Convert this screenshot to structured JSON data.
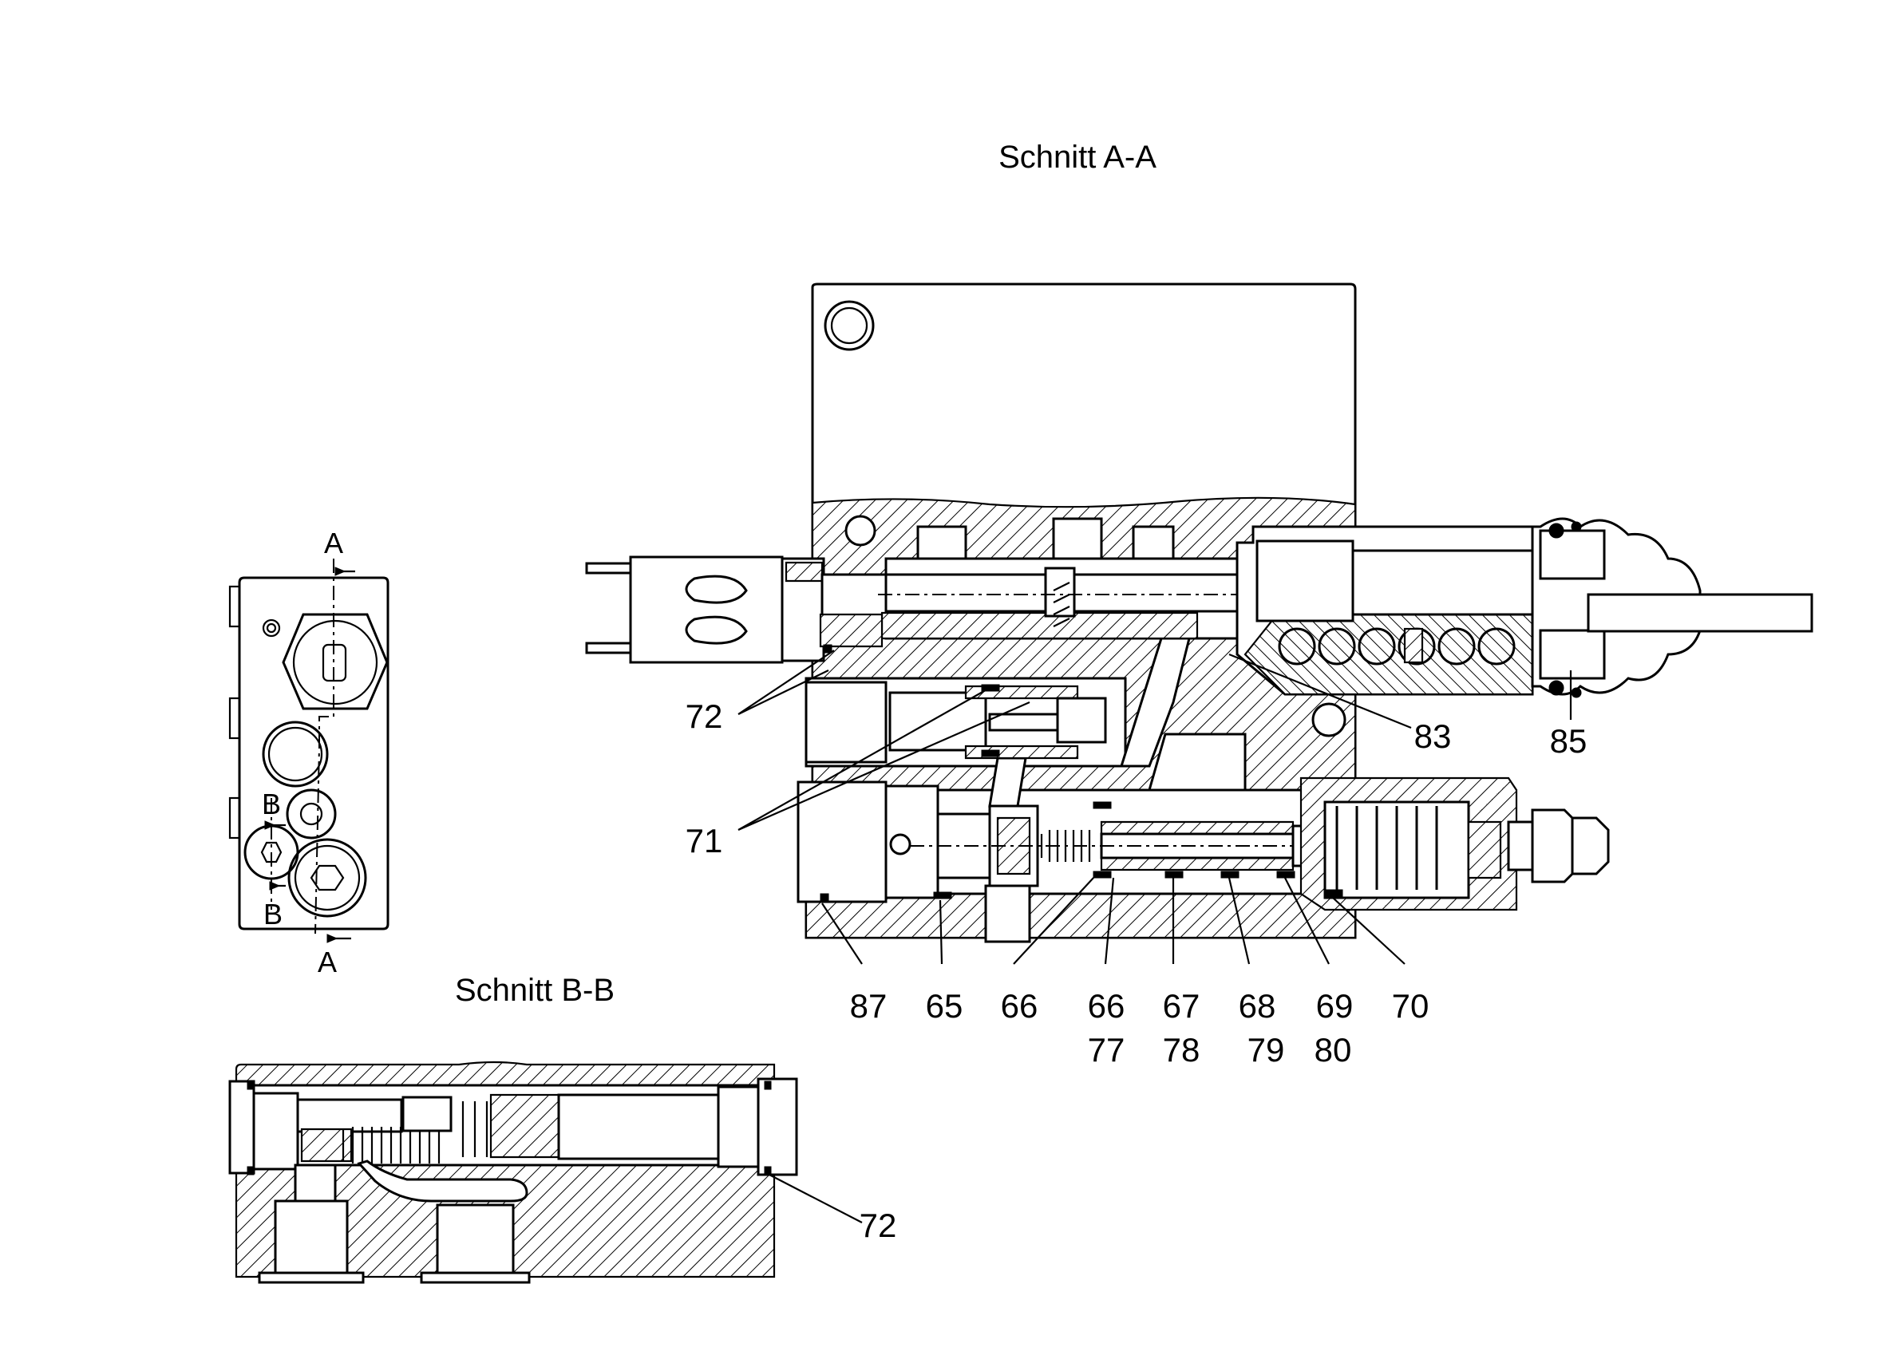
{
  "titles": {
    "section_aa": "Schnitt A-A",
    "section_bb": "Schnitt B-B"
  },
  "side_view": {
    "mark_a_top": "A",
    "mark_a_bottom": "A",
    "mark_b_top": "B",
    "mark_b_bottom": "B"
  },
  "callouts_aa": {
    "c72": "72",
    "c71": "71",
    "c83": "83",
    "c85": "85",
    "bottom_row": [
      "87",
      "65",
      "66",
      "66",
      "67",
      "68",
      "69",
      "70"
    ],
    "second_row": [
      "77",
      "78",
      "79",
      "80"
    ]
  },
  "callouts_bb": {
    "c72": "72"
  },
  "colors": {
    "line": "#000000",
    "background": "#ffffff"
  }
}
